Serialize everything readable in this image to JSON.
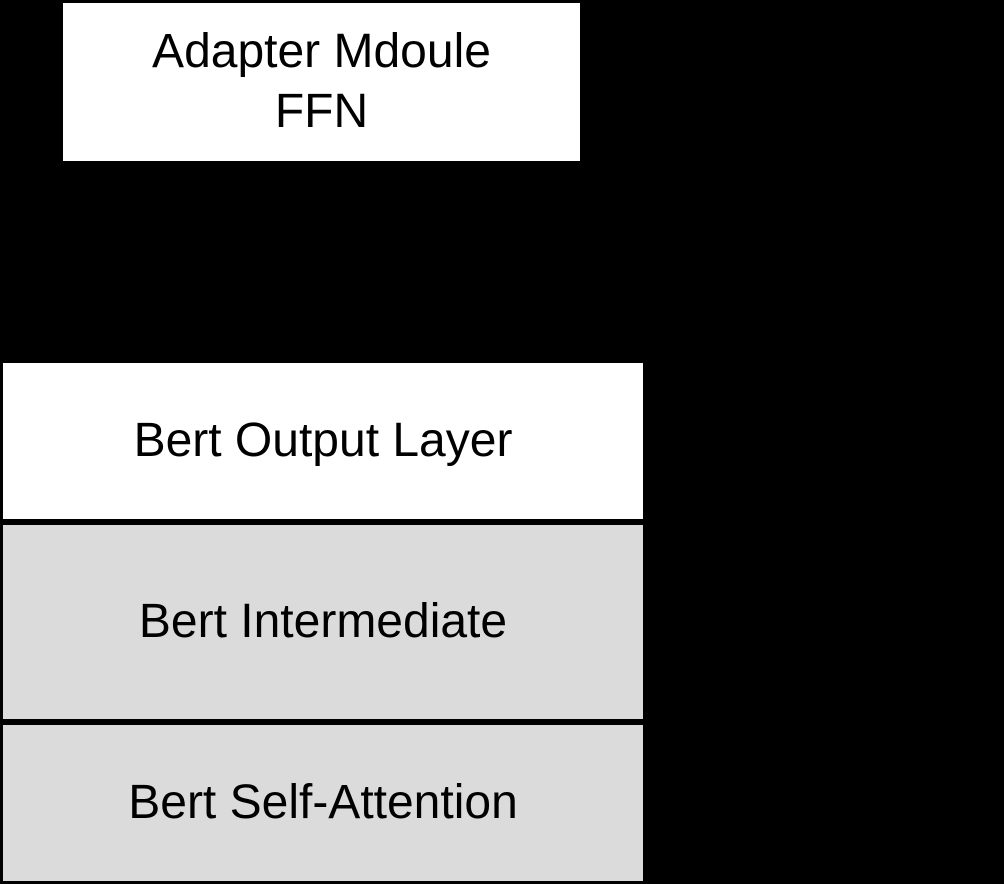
{
  "colors": {
    "background": "#000000",
    "node_white_fill": "#ffffff",
    "node_gray_fill": "#dbdbdb",
    "border": "#000000",
    "text": "#000000"
  },
  "adapter_node": {
    "line1": "Adapter Mdoule",
    "line2": "FFN"
  },
  "bert_stack": {
    "layers": [
      {
        "label": "Bert Output Layer",
        "fill": "#ffffff"
      },
      {
        "label": "Bert Intermediate",
        "fill": "#dbdbdb"
      },
      {
        "label": "Bert Self-Attention",
        "fill": "#dbdbdb"
      }
    ]
  }
}
